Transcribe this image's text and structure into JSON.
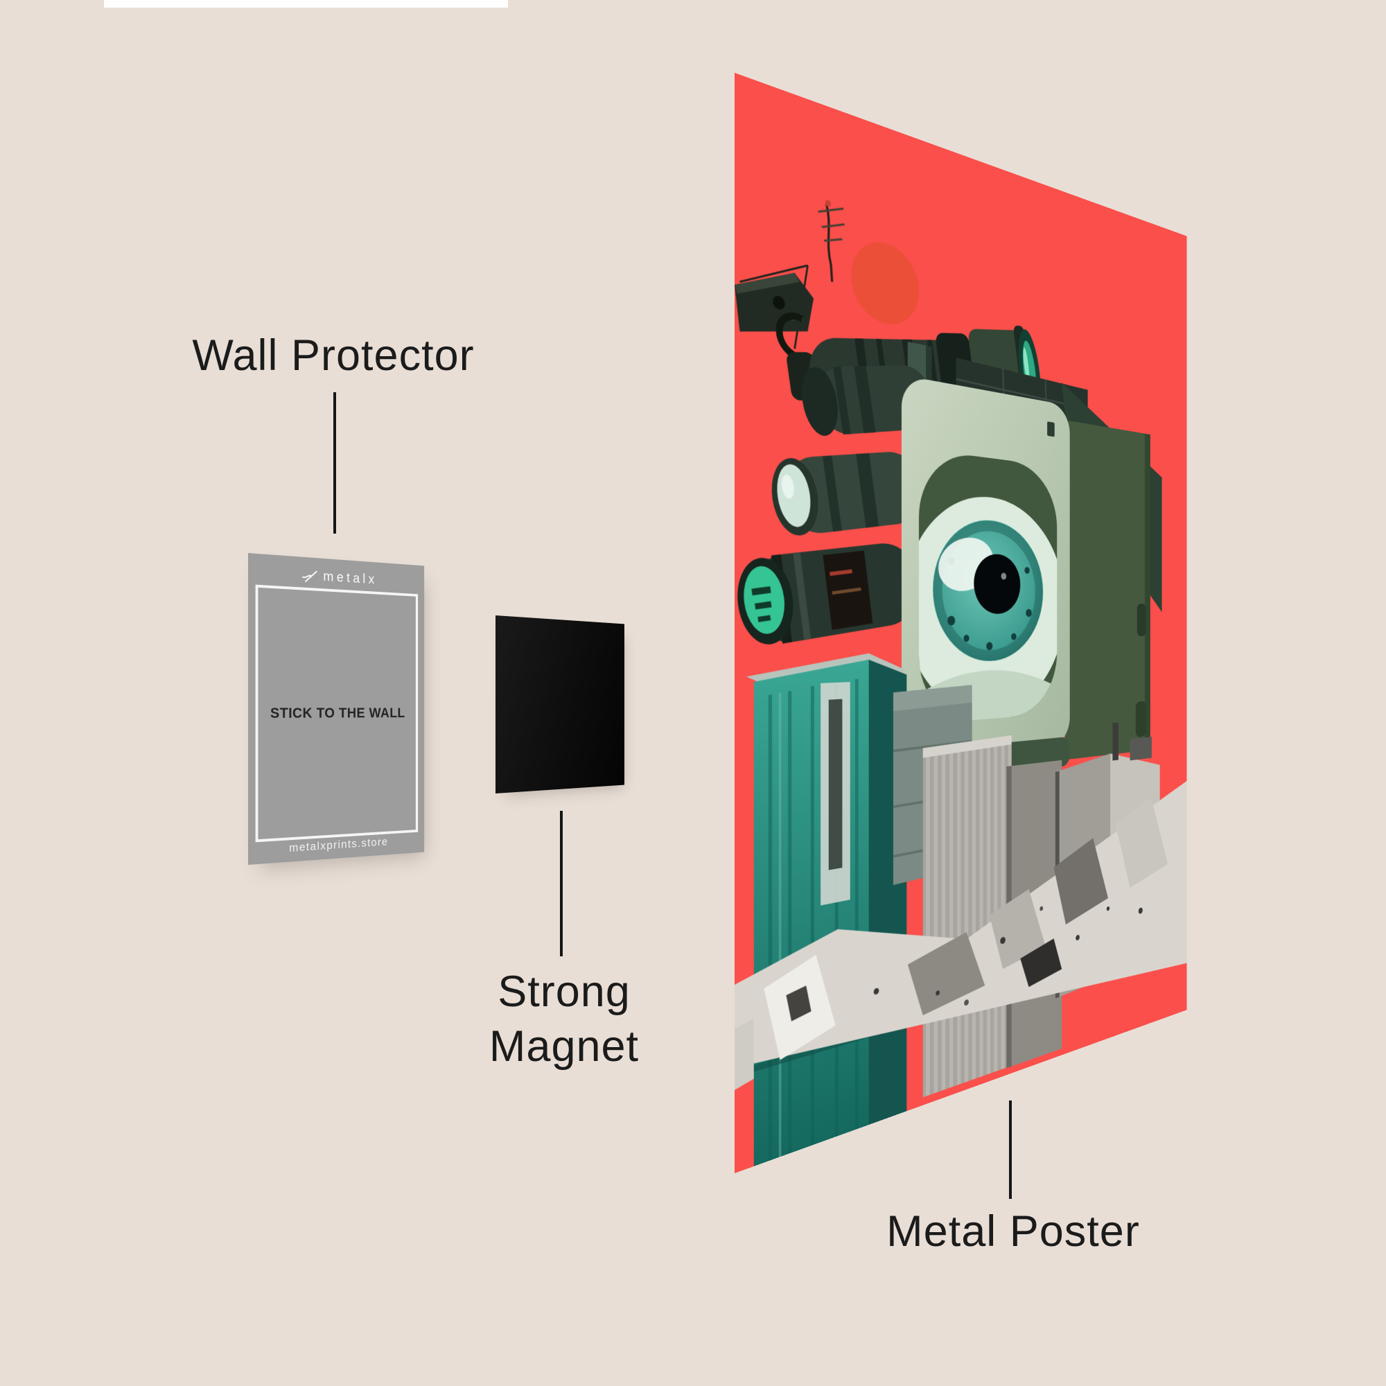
{
  "colors": {
    "page_bg": "#e8ded6",
    "wall_strip": "#fefefe",
    "label_ink": "#1b1b1b",
    "poster_red": "#fa4f4b",
    "card_gray": "#9d9d9d",
    "card_text": "#242424",
    "magnet_black": "#0d0d0d",
    "camera_sage": "#bccbb5",
    "camera_olive": "#42583e",
    "eye_teal": "#4fb2a3",
    "tower_teal": "#2a9587"
  },
  "labels": {
    "wall_protector": "Wall Protector",
    "strong_magnet_line1": "Strong",
    "strong_magnet_line2": "Magnet",
    "metal_poster": "Metal Poster"
  },
  "wall_protector_card": {
    "brand": "metalx",
    "center_text": "STICK TO THE WALL",
    "footer_text": "metalxprints.store"
  }
}
